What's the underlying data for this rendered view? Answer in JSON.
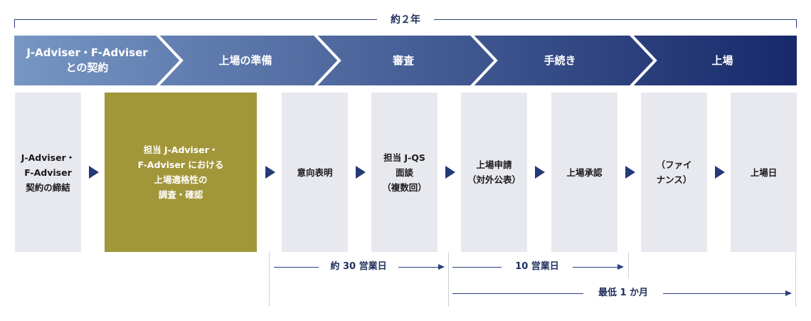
{
  "total_duration": "約２年",
  "phases": [
    {
      "label": "J-Adviser・F-Adviser\nとの契約"
    },
    {
      "label": "上場の準備"
    },
    {
      "label": "審査"
    },
    {
      "label": "手続き"
    },
    {
      "label": "上場"
    }
  ],
  "steps": [
    {
      "label": "J-Adviser・\nF-Adviser\n契約の締結",
      "highlight": false
    },
    {
      "label": "担当 J-Adviser・\nF-Adviser における\n上場適格性の\n調査・確認",
      "highlight": true
    },
    {
      "label": "意向表明",
      "highlight": false
    },
    {
      "label": "担当 J-QS\n面談\n（複数回）",
      "highlight": false
    },
    {
      "label": "上場申請\n（対外公表）",
      "highlight": false
    },
    {
      "label": "上場承認",
      "highlight": false
    },
    {
      "label": "（ファイ\nナンス）",
      "highlight": false
    },
    {
      "label": "上場日",
      "highlight": false
    }
  ],
  "durations": [
    {
      "label": "約 30 営業日"
    },
    {
      "label": "10 営業日"
    },
    {
      "label": "最低 1 か月"
    }
  ],
  "colors": {
    "phase_start": "#7796c4",
    "phase_end": "#17296a",
    "highlight": "#a2963a",
    "step_bg": "#e8e9ee",
    "arrow": "#243a78"
  }
}
